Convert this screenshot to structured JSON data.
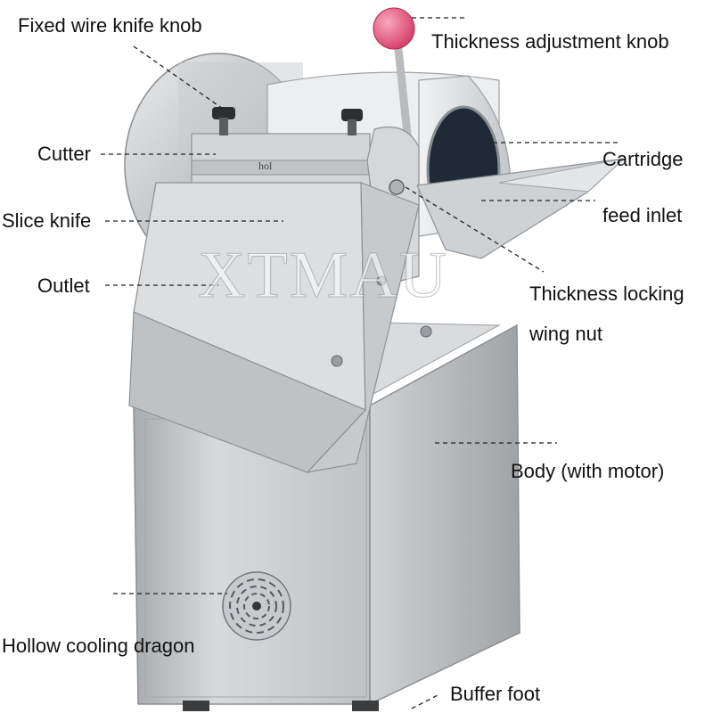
{
  "labels": {
    "fixed_wire_knife_knob": "Fixed wire knife knob",
    "thickness_adjustment_knob": "Thickness adjustment knob",
    "cutter": "Cutter",
    "cartridge": "Cartridge",
    "slice_knife": "Slice knife",
    "feed_inlet": "feed inlet",
    "outlet": "Outlet",
    "thickness_locking_line1": "Thickness locking",
    "thickness_locking_line2": "wing nut",
    "body_with_motor": "Body (with motor)",
    "hollow_cooling_dragon": "Hollow cooling dragon",
    "buffer_foot": "Buffer foot"
  },
  "watermark": "XTMAU",
  "machine_text": "hol",
  "colors": {
    "steel_light": "#e4e6e8",
    "steel_mid": "#b9bcbf",
    "steel_dark": "#8e9296",
    "knob_pink": "#e0557a",
    "leader": "#222222"
  }
}
